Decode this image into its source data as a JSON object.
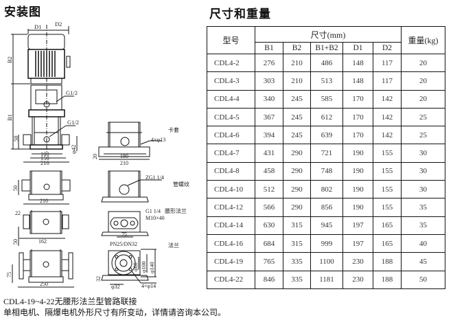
{
  "left_title": "安装图",
  "right_title": "尺寸和重量",
  "drawing": {
    "labels": {
      "d1": "D1",
      "d2": "D2",
      "b1": "B1",
      "b2": "B2",
      "g_half_top": "G1/2",
      "g_half_bottom": "G1/2",
      "dim50": "50",
      "dim100": "100",
      "dim150": "150",
      "dim210": "210",
      "phi42": "φ42",
      "dim20": "20",
      "dim180": "180",
      "dim210b": "210",
      "bolt_4x13": "4×φ13",
      "clamp": "卡套",
      "dim50b": "50",
      "dim210c": "210",
      "zg": "ZG1 1/4",
      "pipe_thread": "管螺纹",
      "dim22": "22",
      "dim50c": "50",
      "dim162": "162",
      "g114": "G1 1/4",
      "oval_flange": "腰形法兰",
      "m10": "M10×40",
      "dim75": "75",
      "dim75b": "75",
      "dim250": "250",
      "pn": "PN25/DN32",
      "flange": "法兰",
      "phi60": "φ60",
      "phi100": "φ100",
      "phi140": "φ140",
      "dim32": "32",
      "phi32": "φ32",
      "bolt_4x14": "4×φ14"
    }
  },
  "table": {
    "model_header": "型号",
    "size_header": "尺寸(mm)",
    "weight_header": "重量(kg)",
    "columns": [
      "B1",
      "B2",
      "B1+B2",
      "D1",
      "D2"
    ],
    "rows": [
      [
        "CDL4-2",
        "276",
        "210",
        "486",
        "148",
        "117",
        "20"
      ],
      [
        "CDL4-3",
        "303",
        "210",
        "513",
        "148",
        "117",
        "20"
      ],
      [
        "CDL4-4",
        "340",
        "245",
        "585",
        "170",
        "142",
        "20"
      ],
      [
        "CDL4-5",
        "367",
        "245",
        "612",
        "170",
        "142",
        "25"
      ],
      [
        "CDL4-6",
        "394",
        "245",
        "639",
        "170",
        "142",
        "25"
      ],
      [
        "CDL4-7",
        "431",
        "290",
        "721",
        "190",
        "155",
        "30"
      ],
      [
        "CDL4-8",
        "458",
        "290",
        "748",
        "190",
        "155",
        "30"
      ],
      [
        "CDL4-10",
        "512",
        "290",
        "802",
        "190",
        "155",
        "30"
      ],
      [
        "CDL4-12",
        "566",
        "290",
        "856",
        "190",
        "155",
        "35"
      ],
      [
        "CDL4-14",
        "630",
        "315",
        "945",
        "197",
        "165",
        "35"
      ],
      [
        "CDL4-16",
        "684",
        "315",
        "999",
        "197",
        "165",
        "40"
      ],
      [
        "CDL4-19",
        "765",
        "335",
        "1100",
        "230",
        "188",
        "45"
      ],
      [
        "CDL4-22",
        "846",
        "335",
        "1181",
        "230",
        "188",
        "50"
      ]
    ]
  },
  "footnotes": [
    "CDL4-19~4-22无腰形法兰型管路联接",
    "单相电机、隔爆电机外形尺寸有所变动，详情请咨询本公司。"
  ]
}
